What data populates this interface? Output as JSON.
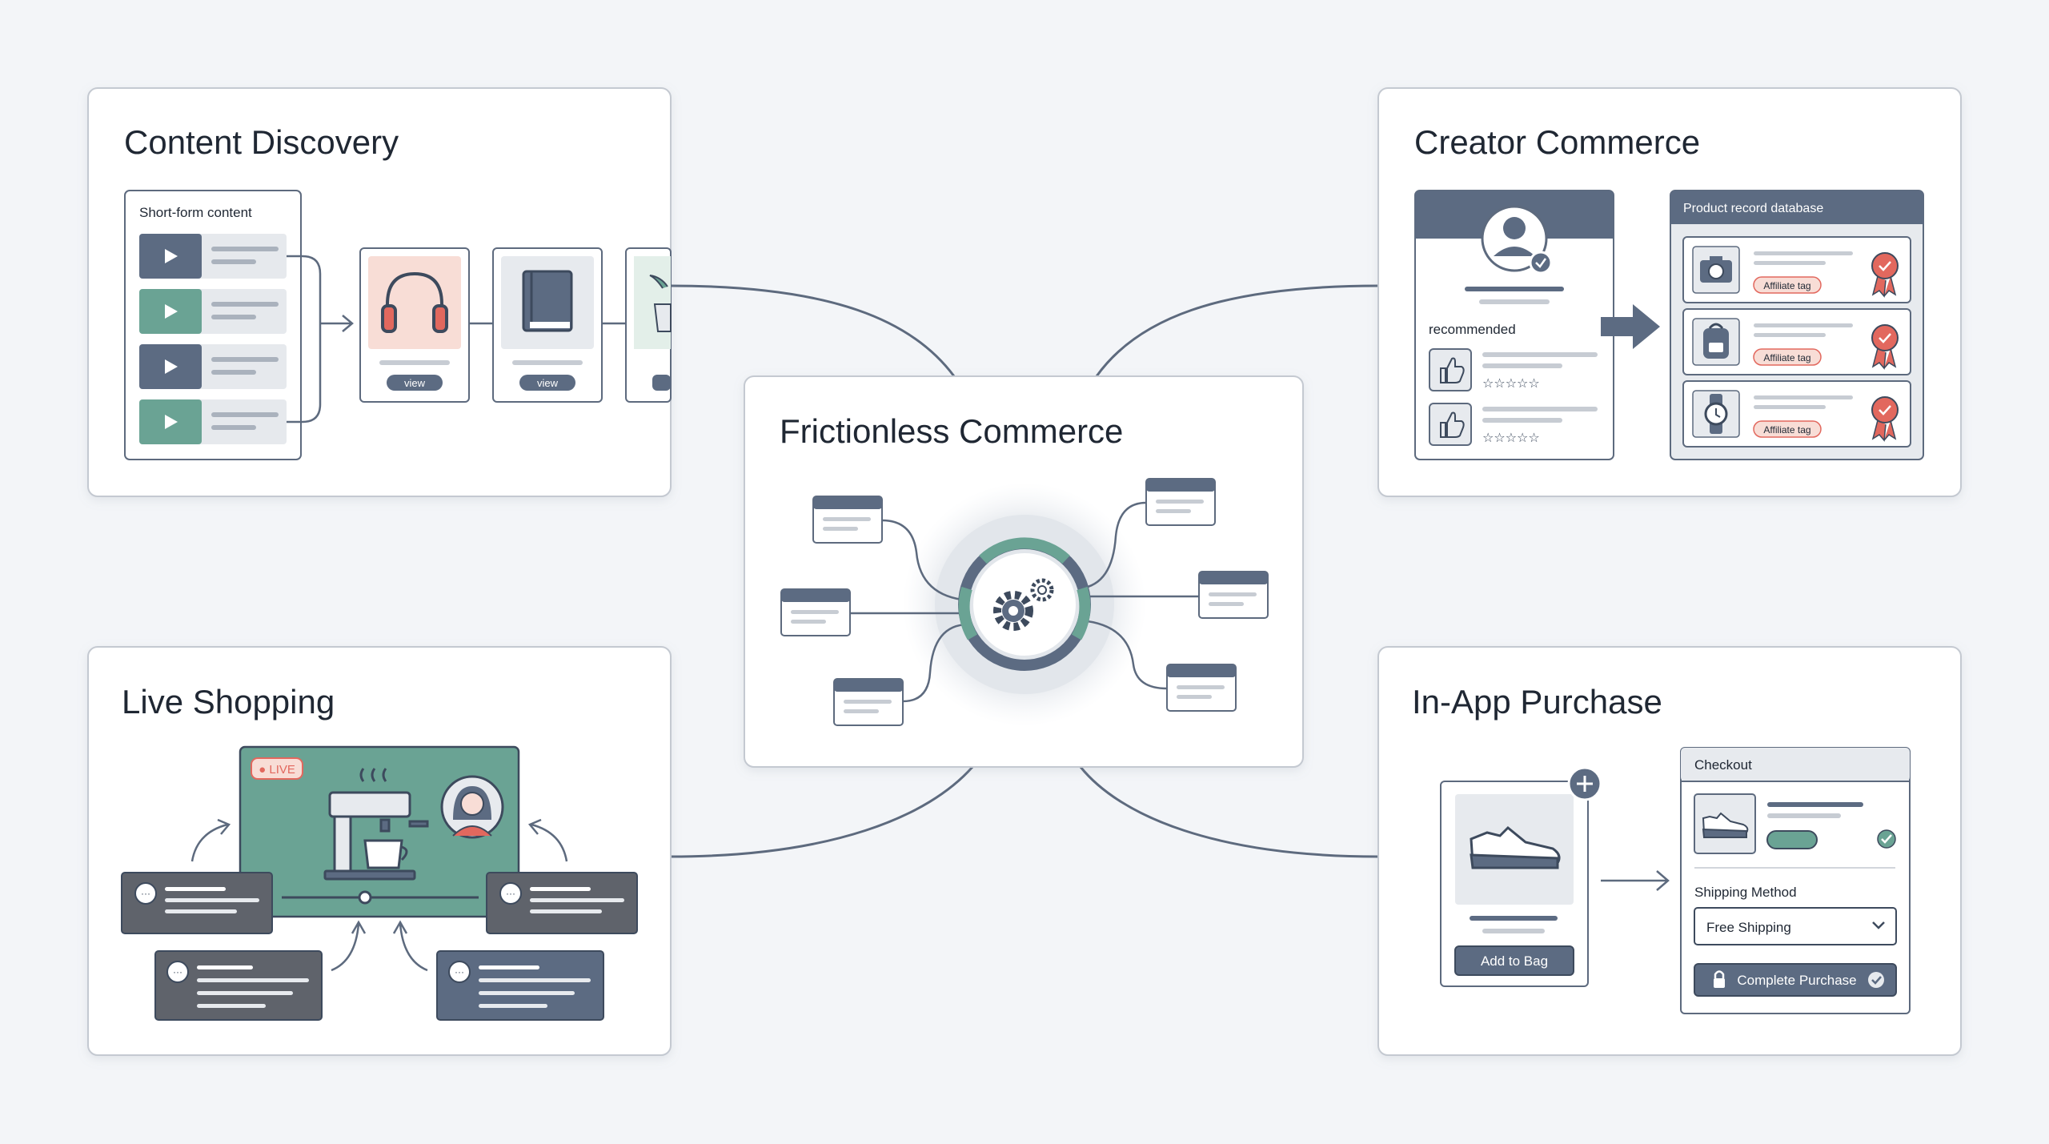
{
  "colors": {
    "background": "#f3f5f8",
    "panel_stroke": "#c4c9d1",
    "slate": "#5c6b82",
    "teal": "#6aa394",
    "teal_dark": "#4f8a7c",
    "accent_red": "#e2685e",
    "line": "#5d6a7e",
    "light_fill": "#e7eaee"
  },
  "panels": {
    "content_discovery": {
      "title": "Content Discovery",
      "list_header": "Short-form content",
      "view_label": "view",
      "icons": [
        "play-icon",
        "headphones-icon",
        "book-icon",
        "plant-icon"
      ]
    },
    "creator_commerce": {
      "title": "Creator Commerce",
      "recommended_label": "recommended",
      "database_title": "Product record database",
      "affiliate_tag": "Affiliate tag",
      "icons": [
        "avatar-icon",
        "thumbs-up-icon",
        "camera-icon",
        "backpack-icon",
        "watch-icon",
        "award-ribbon-icon"
      ]
    },
    "frictionless_commerce": {
      "title": "Frictionless Commerce",
      "icons": [
        "gear-icon"
      ]
    },
    "live_shopping": {
      "title": "Live Shopping",
      "live_badge": "● LIVE",
      "icons": [
        "coffee-machine-icon",
        "host-avatar-icon",
        "chat-bubble-icon"
      ]
    },
    "in_app_purchase": {
      "title": "In-App Purchase",
      "add_to_bag": "Add to Bag",
      "checkout_title": "Checkout",
      "shipping_label": "Shipping Method",
      "shipping_value": "Free Shipping",
      "complete_purchase": "Complete Purchase",
      "icons": [
        "sneaker-icon",
        "plus-icon",
        "lock-icon",
        "check-icon",
        "chevron-down-icon"
      ]
    }
  }
}
